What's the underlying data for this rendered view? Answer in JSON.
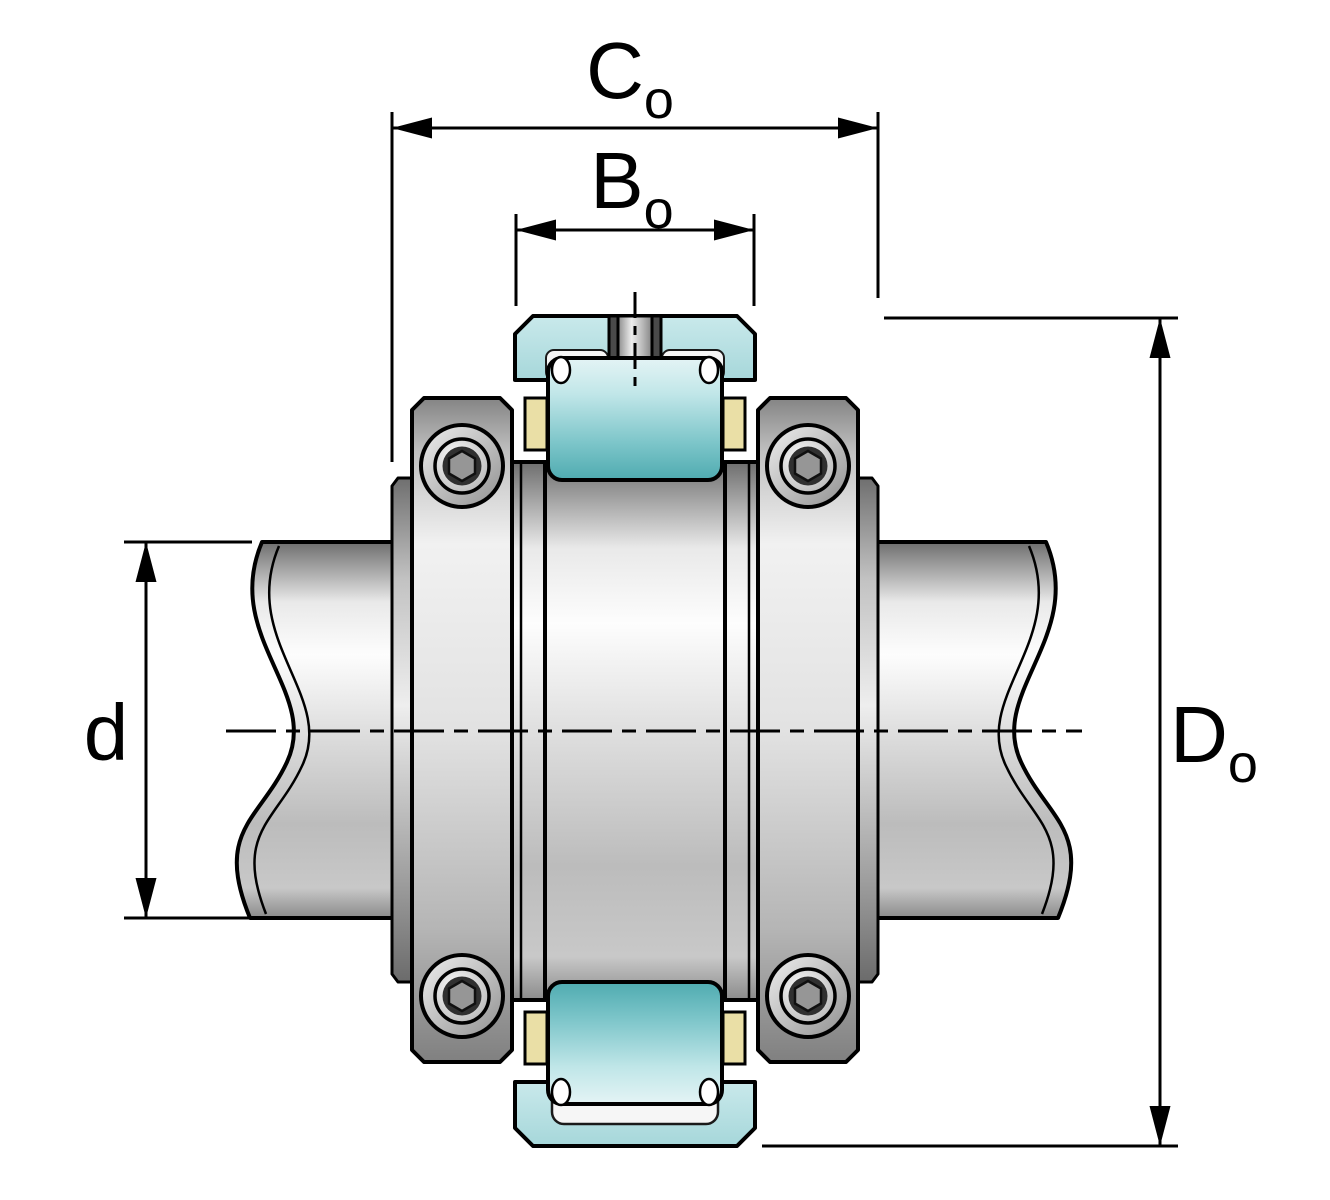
{
  "diagram": {
    "kind": "bearing-unit-technical-drawing",
    "dims": {
      "co": {
        "letter": "C",
        "sub": "o"
      },
      "bo": {
        "letter": "B",
        "sub": "o"
      },
      "d": {
        "letter": "d",
        "sub": ""
      },
      "do": {
        "letter": "D",
        "sub": "o"
      }
    },
    "colors": {
      "background": "#ffffff",
      "outline": "#000000",
      "teal_highlight": "#e4f4f5",
      "teal_light": "#c0e6e8",
      "teal_mid": "#7cc5c9",
      "teal_dark": "#4fabb0",
      "cap_teal_light": "#c9e9eb",
      "cap_teal_dark": "#a6d7da",
      "cage_yellow": "#eadfa6",
      "metal_highlight": "#fafafa",
      "metal_dark": "#6f6f6f"
    }
  }
}
